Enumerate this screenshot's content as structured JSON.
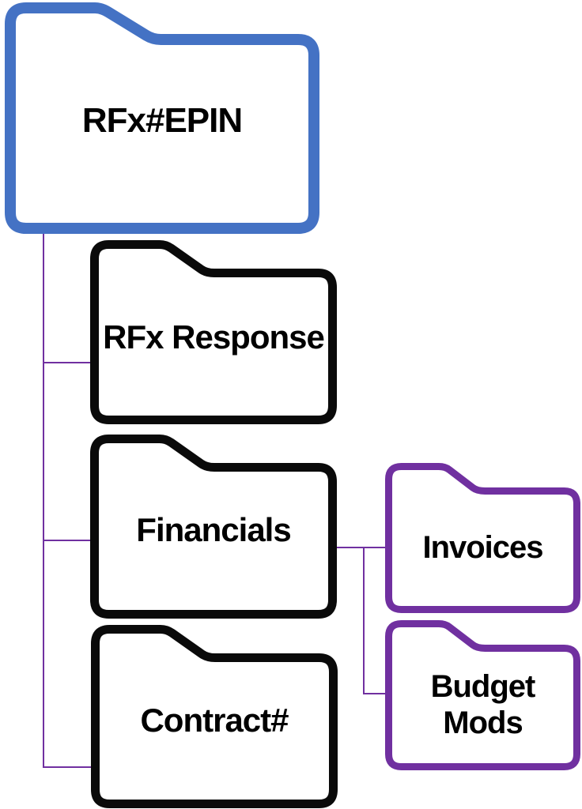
{
  "diagram": {
    "type": "folder-hierarchy",
    "background": "#ffffff",
    "colors": {
      "root_folder_outline": "#4472C4",
      "child_folder_outline": "#000000",
      "sub_folder_outline": "#7030A0",
      "connector_line": "#7030A0",
      "label_text": "#000000"
    },
    "folders": {
      "root": {
        "label": "RFx#EPIN"
      },
      "rfx_response": {
        "label": "RFx Response"
      },
      "financials": {
        "label": "Financials"
      },
      "contract": {
        "label": "Contract#"
      },
      "invoices": {
        "label": "Invoices"
      },
      "budget_mods": {
        "label": "Budget Mods"
      }
    },
    "hierarchy": {
      "RFx#EPIN": {
        "RFx Response": {},
        "Financials": {
          "Invoices": {},
          "Budget Mods": {}
        },
        "Contract#": {}
      }
    }
  }
}
